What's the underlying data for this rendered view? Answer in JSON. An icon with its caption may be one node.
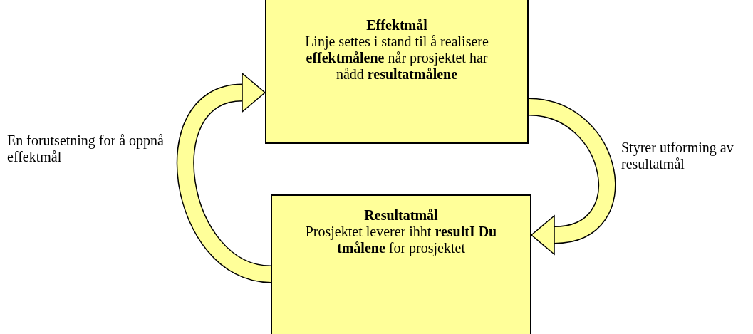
{
  "diagram": {
    "nodes": [
      {
        "text": [
          "Effektmål",
          "Linje settes i stand til å realisere **effektmålene** når prosjektet har nådd **resultatmålene**"
        ]
      },
      {
        "text": [
          "Resultatmål",
          "Prosjektet leverer ihht **resultI Du tmålene** for prosjektet"
        ]
      }
    ],
    "edges": [
      {
        "from": 1,
        "to": 0,
        "arrow": "to",
        "label": "En forutsetning for å oppnå effektmål"
      },
      {
        "from": 0,
        "to": 1,
        "arrow": "to",
        "label": "Styrer utforming av resultatmål"
      }
    ]
  }
}
